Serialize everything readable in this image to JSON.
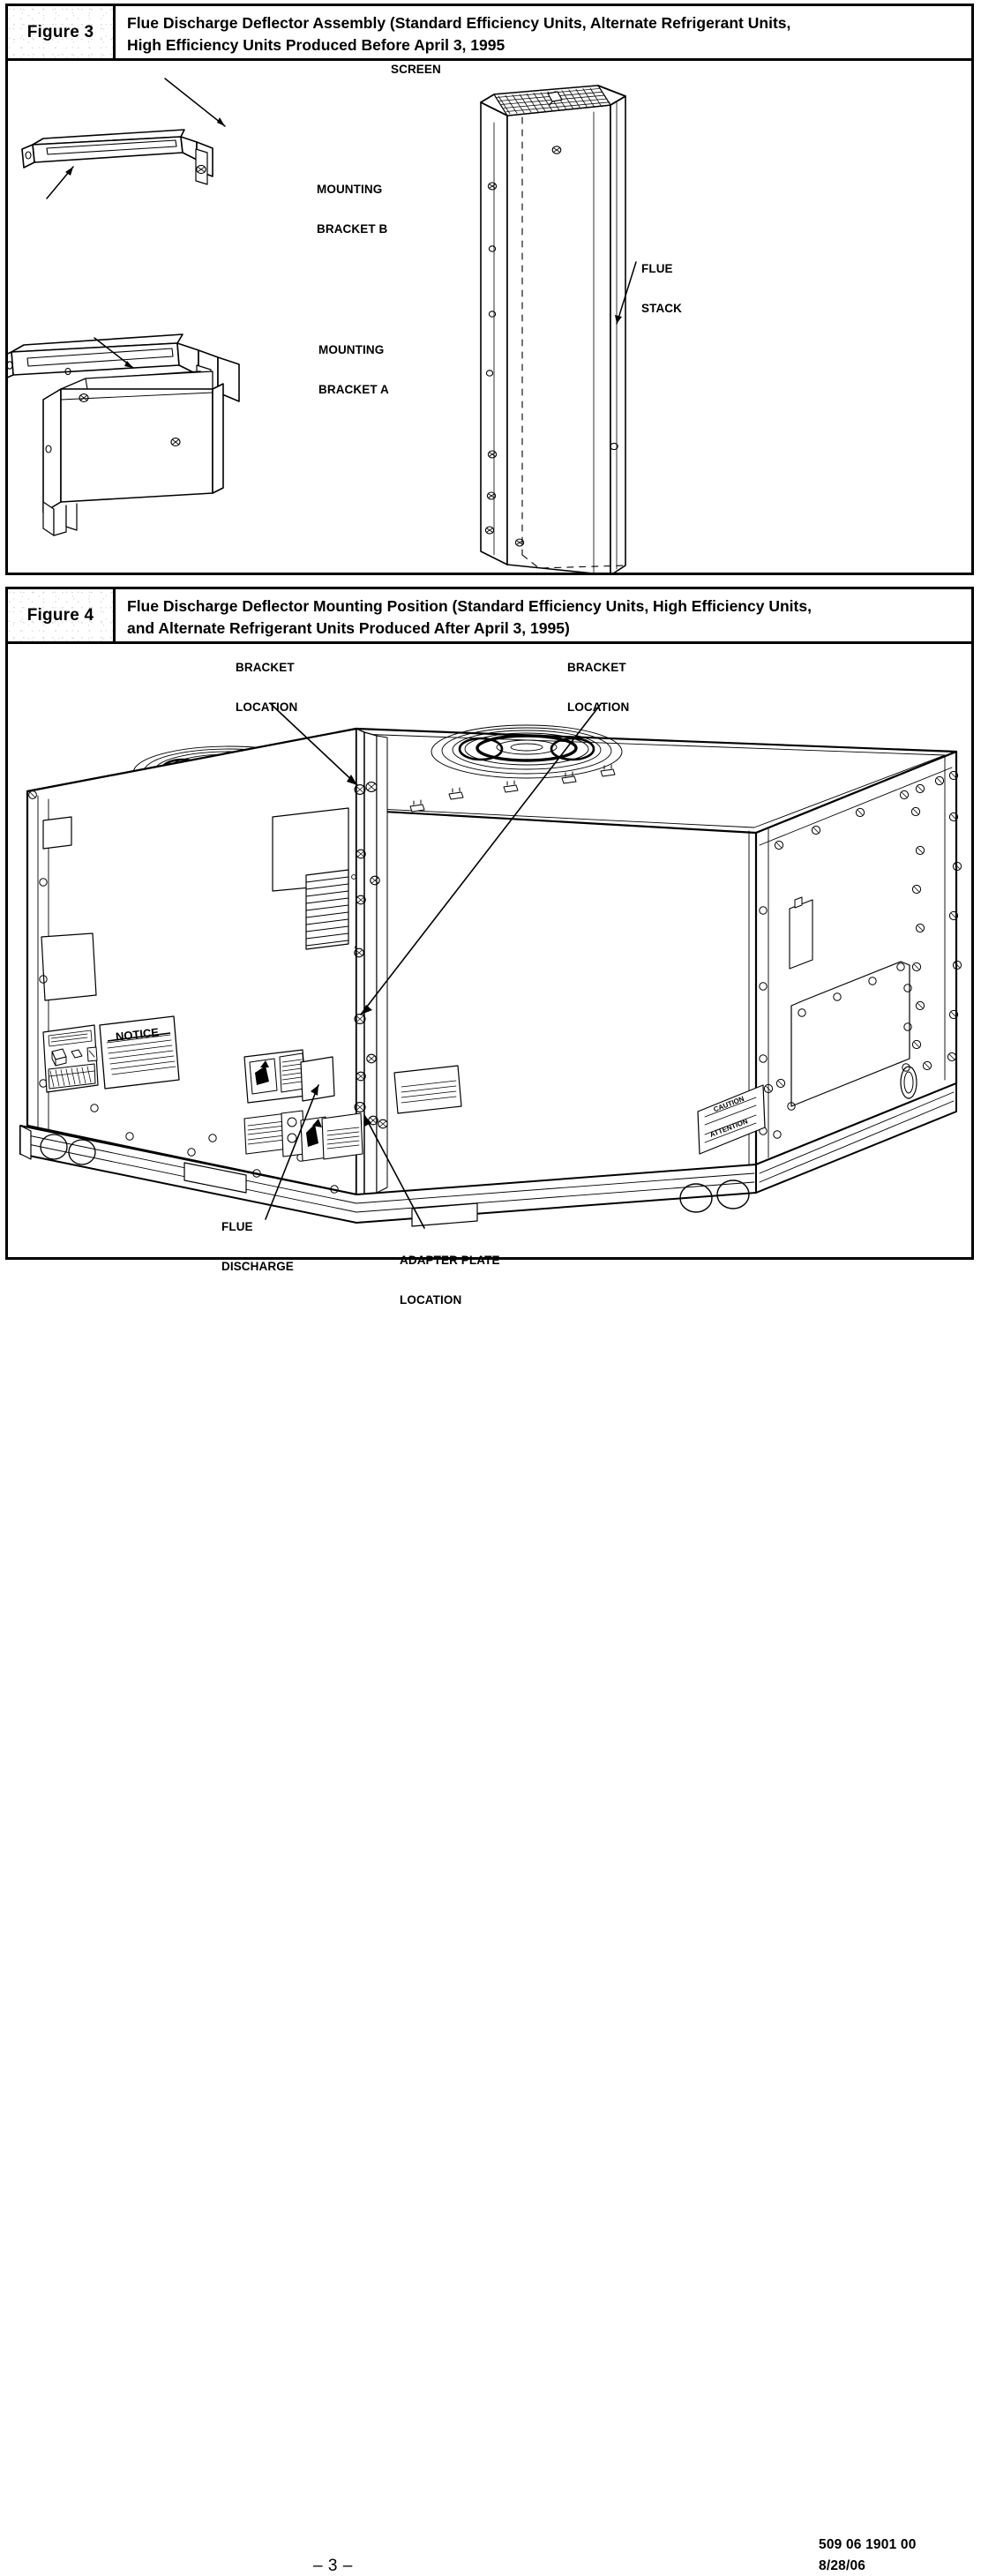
{
  "document": {
    "page_number": "– 3 –",
    "doc_number": "509 06 1901 00",
    "doc_date": "8/28/06"
  },
  "figure3": {
    "label": "Figure 3",
    "title_line1": "Flue Discharge Deflector Assembly (Standard Efficiency Units, Alternate Refrigerant Units,",
    "title_line2": "High Efficiency Units Produced Before April 3, 1995",
    "callouts": [
      {
        "id": "screen",
        "text": "SCREEN"
      },
      {
        "id": "mounting-bracket-b",
        "line1": "MOUNTING",
        "line2": "BRACKET B"
      },
      {
        "id": "mounting-bracket-a",
        "line1": "MOUNTING",
        "line2": "BRACKET A"
      },
      {
        "id": "flue-stack",
        "line1": "FLUE",
        "line2": "STACK"
      }
    ]
  },
  "figure4": {
    "label": "Figure 4",
    "title_line1": "Flue Discharge Deflector Mounting Position (Standard Efficiency Units, High Efficiency Units,",
    "title_line2": "and Alternate Refrigerant Units Produced After April 3, 1995)",
    "callouts": [
      {
        "id": "bracket-location-left",
        "line1": "BRACKET",
        "line2": "LOCATION"
      },
      {
        "id": "bracket-location-right",
        "line1": "BRACKET",
        "line2": "LOCATION"
      },
      {
        "id": "flue-discharge",
        "line1": "FLUE",
        "line2": "DISCHARGE"
      },
      {
        "id": "adapter-plate-location",
        "line1": "ADAPTER PLATE",
        "line2": "LOCATION"
      }
    ],
    "unit_labels": {
      "notice": "NOTICE",
      "caution": "CAUTION",
      "attention": "ATTENTION"
    }
  },
  "colors": {
    "ink": "#000000",
    "paper": "#ffffff"
  }
}
